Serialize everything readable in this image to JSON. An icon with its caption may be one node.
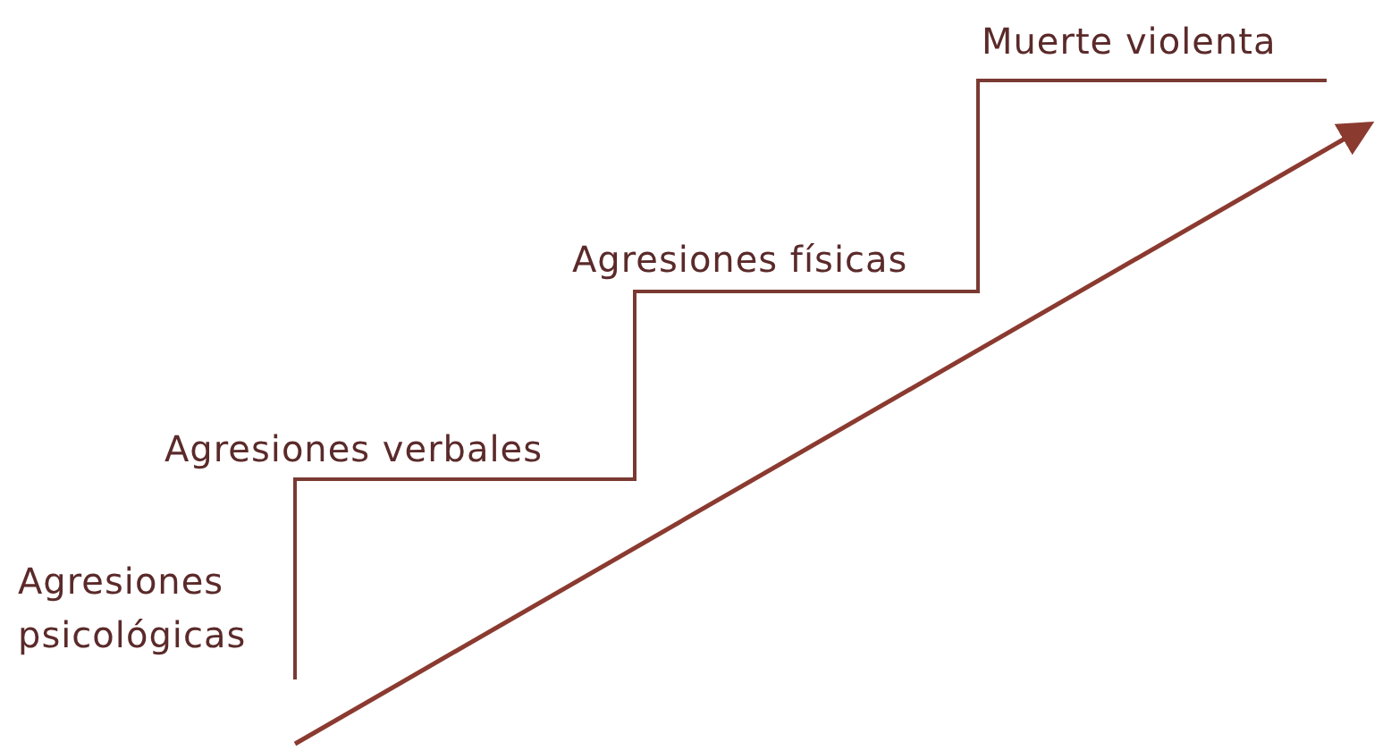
{
  "diagram": {
    "labels": [
      "Agresiones psicológicas",
      "Agresiones verbales",
      "Agresiones físicas",
      "Muerte violenta"
    ]
  }
}
